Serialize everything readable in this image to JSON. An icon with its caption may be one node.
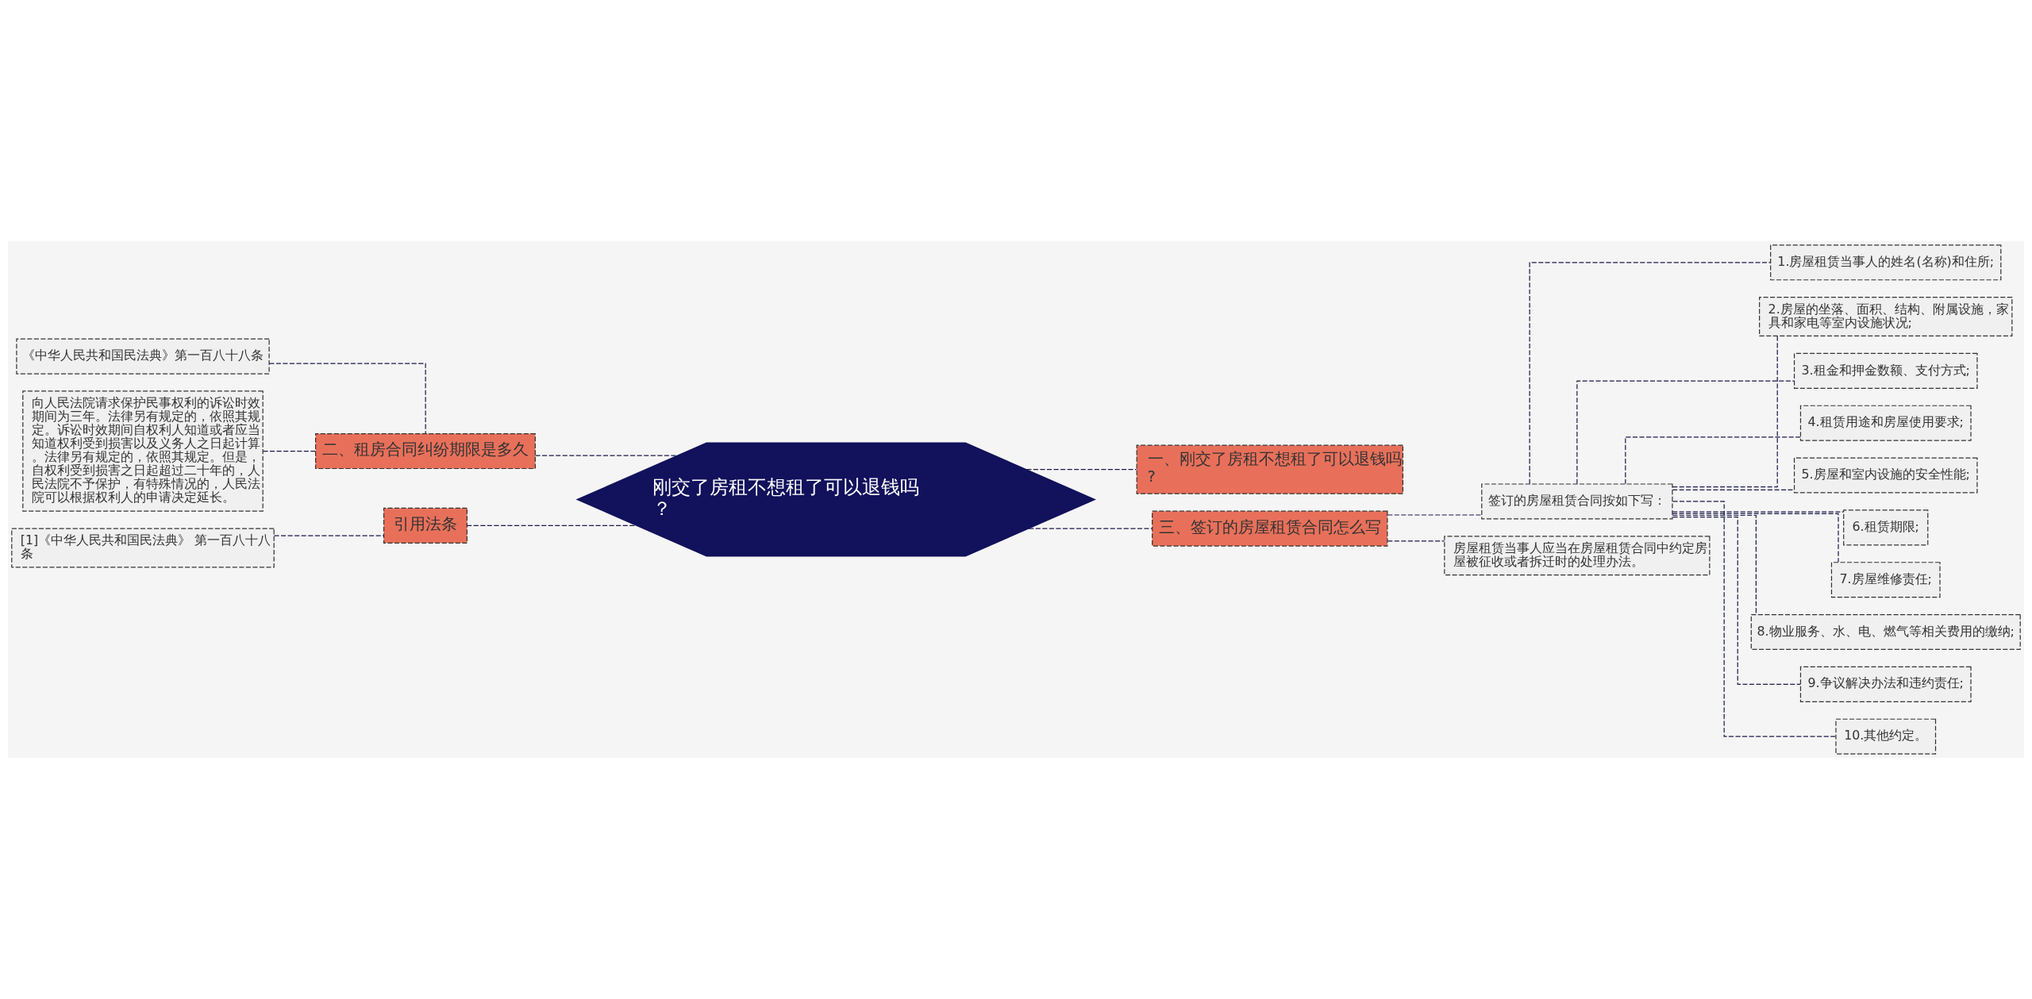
{
  "diagram": {
    "nodes": [
      {
        "text": [
          "刚交了房租不想租了可以退钱吗？"
        ]
      },
      {
        "text": [
          "一、刚交了房租不想租了可以退钱吗?"
        ]
      },
      {
        "text": [
          "二、租房合同纠纷期限是多久"
        ]
      },
      {
        "text": [
          "《中华人民共和国民法典》第一百八十八条"
        ]
      },
      {
        "text": [
          "向人民法院请求保护民事权利的诉讼时效期间为三年。法律另有规定的，依照其规定。诉讼时效期间自权利人知道或者应当知道权利受到损害以及义务人之日起计算。法律另有规定的，依照其规定。但是，自权利受到损害之日起超过二十年的，人民法院不予保护，有特殊情况的，人民法院可以根据权利人的申请决定延长。"
        ]
      },
      {
        "text": [
          "引用法条"
        ]
      },
      {
        "text": [
          "[1]《中华人民共和国民法典》 第一百八十八条"
        ]
      },
      {
        "text": [
          "三、签订的房屋租赁合同怎么写"
        ]
      },
      {
        "text": [
          "签订的房屋租赁合同按如下写："
        ]
      },
      {
        "text": [
          "1.房屋租赁当事人的姓名(名称)和住所;"
        ]
      },
      {
        "text": [
          "2.房屋的坐落、面积、结构、附属设施，家具和家电等室内设施状况;"
        ]
      },
      {
        "text": [
          "3.租金和押金数额、支付方式;"
        ]
      },
      {
        "text": [
          "4.租赁用途和房屋使用要求;"
        ]
      },
      {
        "text": [
          "5.房屋和室内设施的安全性能;"
        ]
      },
      {
        "text": [
          "6.租赁期限;"
        ]
      },
      {
        "text": [
          "7.房屋维修责任;"
        ]
      },
      {
        "text": [
          "8.物业服务、水、电、燃气等相关费用的缴纳;"
        ]
      },
      {
        "text": [
          "9.争议解决办法和违约责任;"
        ]
      },
      {
        "text": [
          "10.其他约定。"
        ]
      },
      {
        "text": [
          "房屋租赁当事人应当在房屋租赁合同中约定房屋被征收或者拆迁时的处理办法。"
        ]
      }
    ],
    "edges": [
      {
        "from": 0,
        "to": 1,
        "arrow": "none",
        "style": "dashed"
      },
      {
        "from": 0,
        "to": 2,
        "arrow": "none",
        "style": "dashed"
      },
      {
        "from": 2,
        "to": 3,
        "arrow": "none",
        "style": "dashed"
      },
      {
        "from": 2,
        "to": 4,
        "arrow": "none",
        "style": "dashed"
      },
      {
        "from": 0,
        "to": 5,
        "arrow": "none",
        "style": "dashed"
      },
      {
        "from": 5,
        "to": 6,
        "arrow": "none",
        "style": "dashed"
      },
      {
        "from": 0,
        "to": 7,
        "arrow": "none",
        "style": "dashed"
      },
      {
        "from": 7,
        "to": 8,
        "arrow": "none",
        "style": "dashed"
      },
      {
        "from": 8,
        "to": 9,
        "arrow": "none",
        "style": "dashed"
      },
      {
        "from": 8,
        "to": 10,
        "arrow": "none",
        "style": "dashed"
      },
      {
        "from": 8,
        "to": 11,
        "arrow": "none",
        "style": "dashed"
      },
      {
        "from": 8,
        "to": 12,
        "arrow": "none",
        "style": "dashed"
      },
      {
        "from": 8,
        "to": 13,
        "arrow": "none",
        "style": "dashed"
      },
      {
        "from": 8,
        "to": 14,
        "arrow": "none",
        "style": "dashed"
      },
      {
        "from": 8,
        "to": 15,
        "arrow": "none",
        "style": "dashed"
      },
      {
        "from": 8,
        "to": 16,
        "arrow": "none",
        "style": "dashed"
      },
      {
        "from": 8,
        "to": 17,
        "arrow": "none",
        "style": "dashed"
      },
      {
        "from": 8,
        "to": 18,
        "arrow": "none",
        "style": "dashed"
      },
      {
        "from": 7,
        "to": 19,
        "arrow": "none",
        "style": "dashed"
      }
    ]
  }
}
